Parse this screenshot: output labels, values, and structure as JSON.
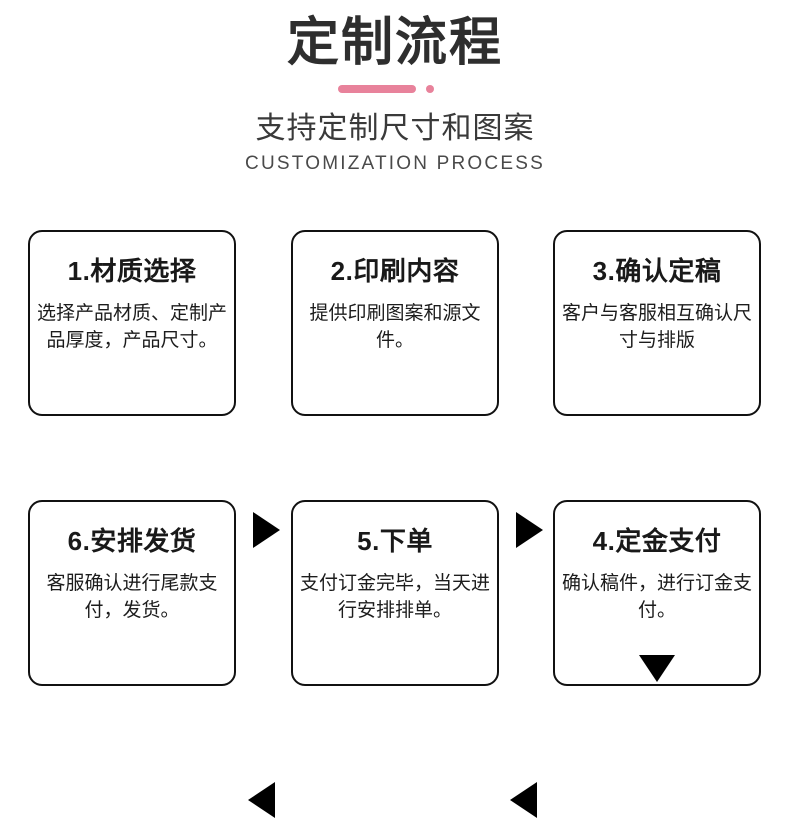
{
  "header": {
    "title": "定制流程",
    "subtitle_cn": "支持定制尺寸和图案",
    "subtitle_en": "CUSTOMIZATION PROCESS",
    "accent_color": "#e8829b",
    "title_color": "#2e2e2e"
  },
  "flow": {
    "box_border_color": "#111111",
    "arrow_color": "#000000",
    "steps": [
      {
        "title": "1.材质选择",
        "desc": "选择产品材质、定制产品厚度，产品尺寸。"
      },
      {
        "title": "2.印刷内容",
        "desc": "提供印刷图案和源文件。"
      },
      {
        "title": "3.确认定稿",
        "desc": "客户与客服相互确认尺寸与排版"
      },
      {
        "title": "4.定金支付",
        "desc": "确认稿件，进行订金支付。"
      },
      {
        "title": "5.下单",
        "desc": "支付订金完毕，当天进行安排排单。"
      },
      {
        "title": "6.安排发货",
        "desc": "客服确认进行尾款支付，发货。"
      }
    ],
    "connectors": [
      {
        "name": "arrow-step1-to-step2",
        "direction": "right"
      },
      {
        "name": "arrow-step2-to-step3",
        "direction": "right"
      },
      {
        "name": "arrow-step3-to-step4",
        "direction": "down"
      },
      {
        "name": "arrow-step4-to-step5",
        "direction": "left"
      },
      {
        "name": "arrow-step5-to-step6",
        "direction": "left"
      }
    ]
  }
}
